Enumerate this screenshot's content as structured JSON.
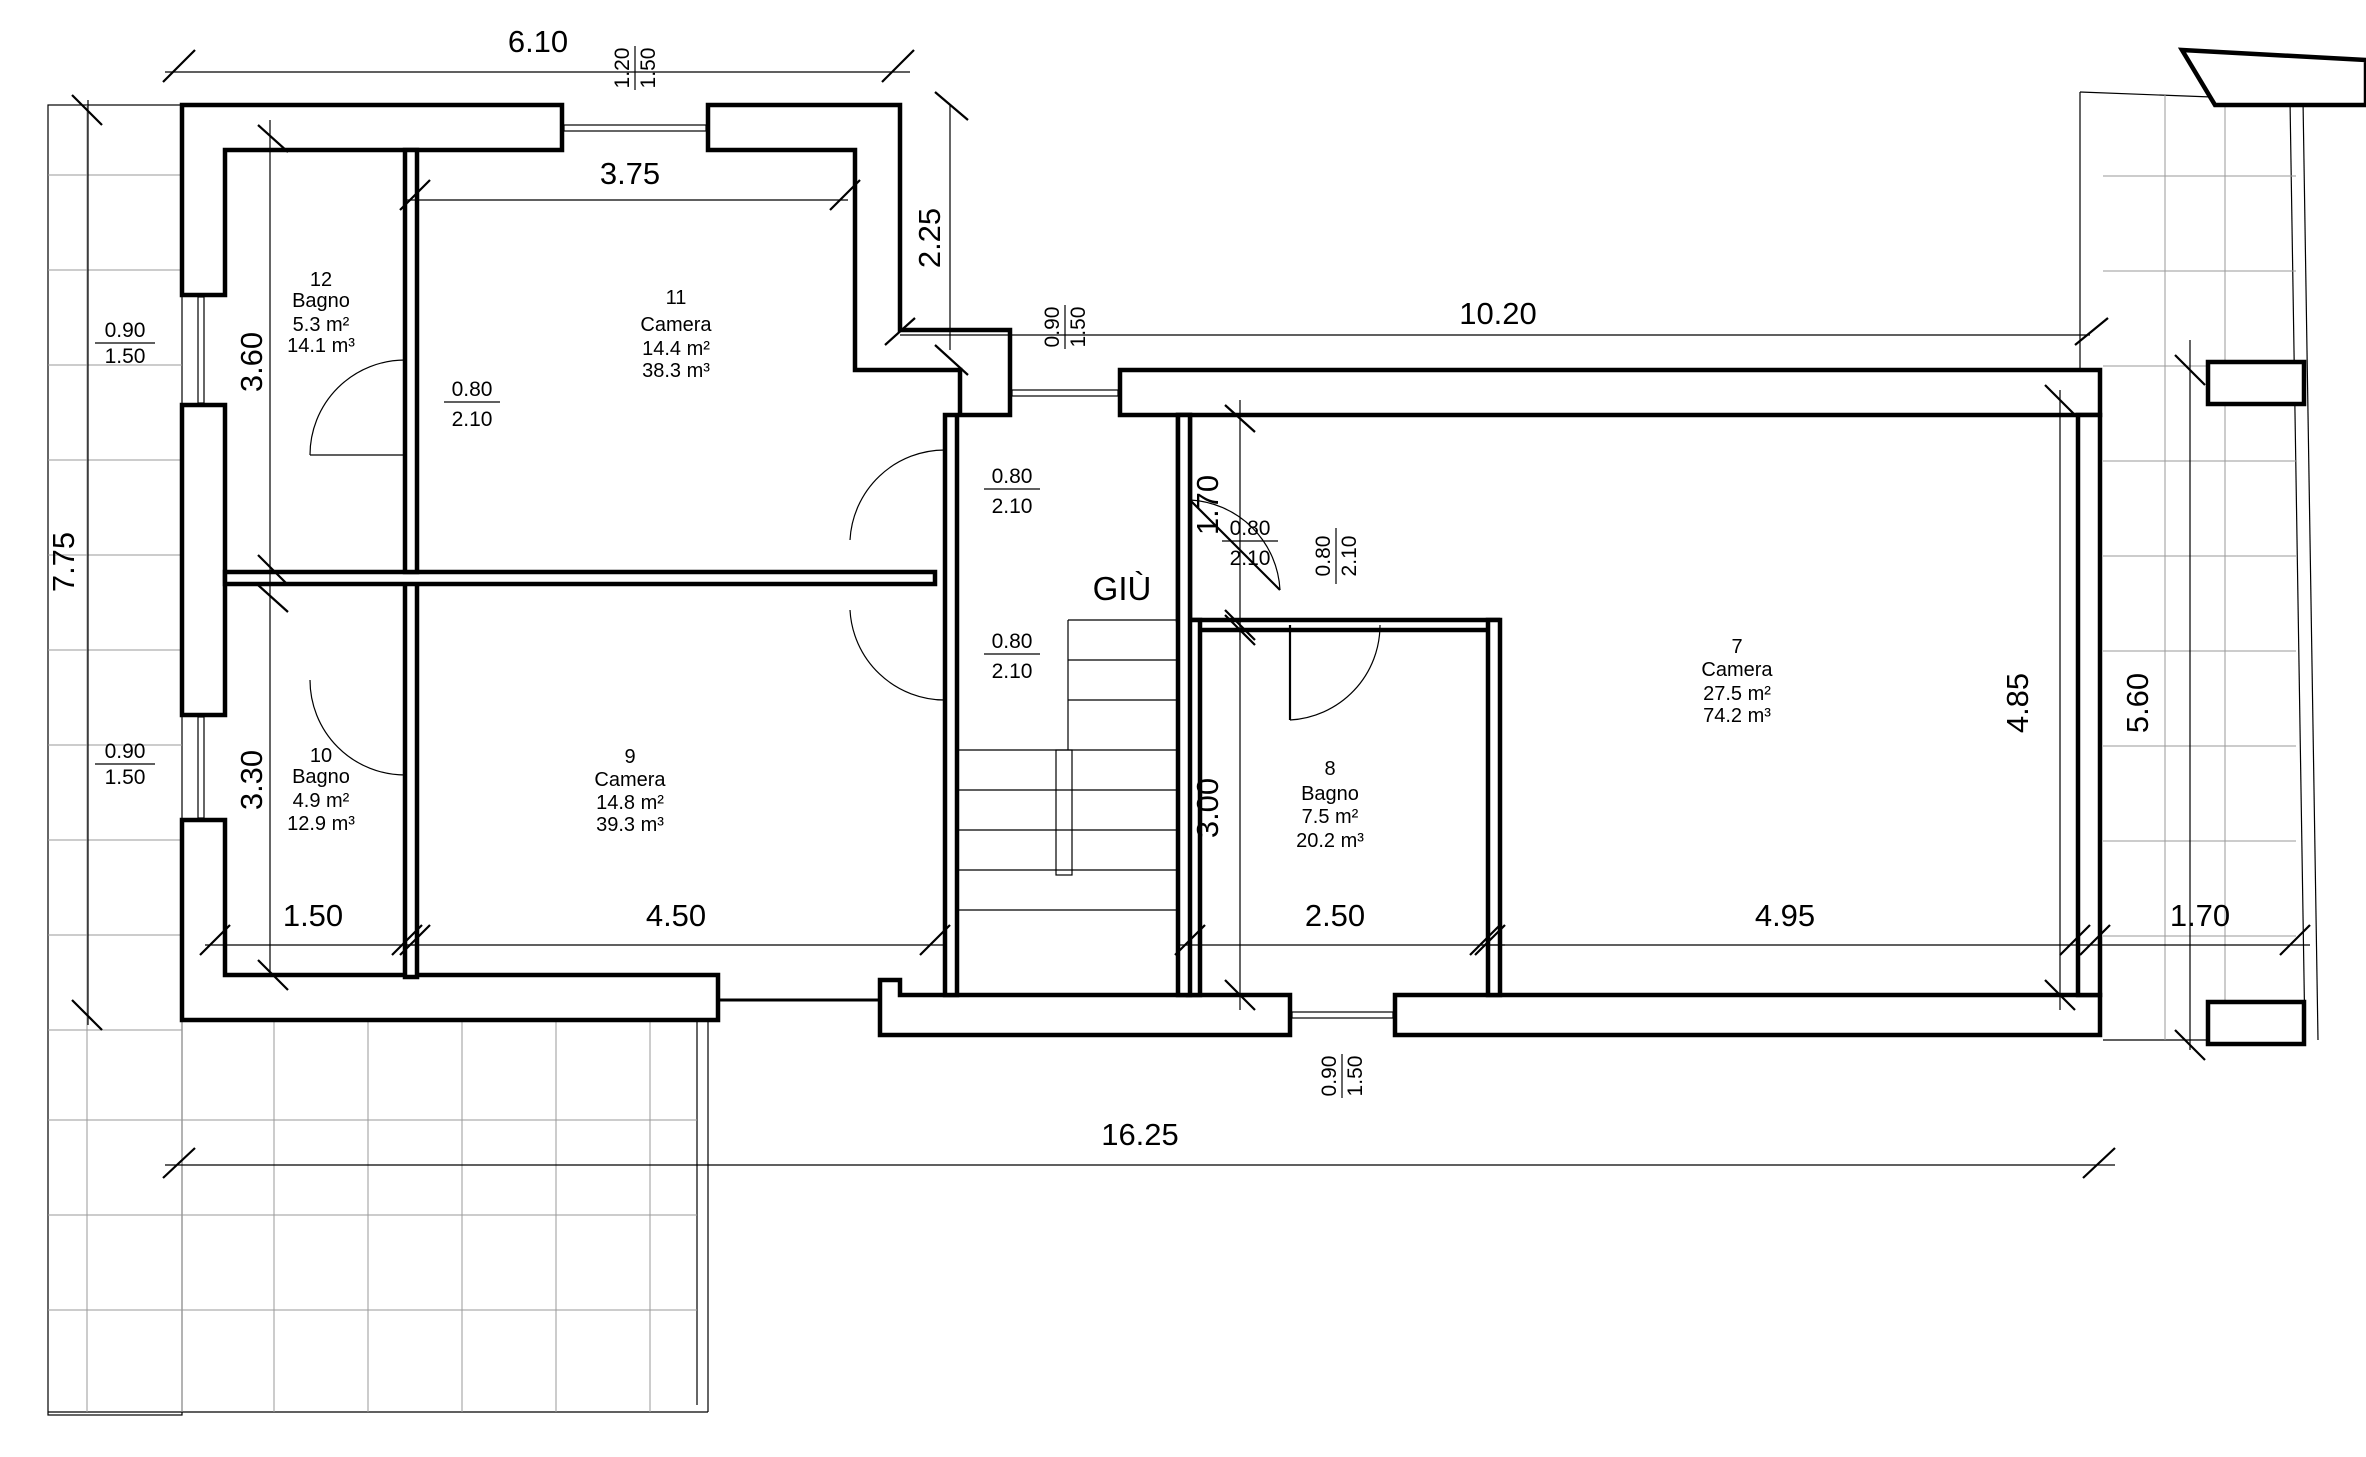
{
  "rooms": [
    {
      "id": "12",
      "name": "Bagno",
      "area": "5.3 m²",
      "volume": "14.1 m³"
    },
    {
      "id": "11",
      "name": "Camera",
      "area": "14.4 m²",
      "volume": "38.3 m³"
    },
    {
      "id": "10",
      "name": "Bagno",
      "area": "4.9 m²",
      "volume": "12.9 m³"
    },
    {
      "id": "9",
      "name": "Camera",
      "area": "14.8 m²",
      "volume": "39.3 m³"
    },
    {
      "id": "8",
      "name": "Bagno",
      "area": "7.5 m²",
      "volume": "20.2 m³"
    },
    {
      "id": "7",
      "name": "Camera",
      "area": "27.5 m²",
      "volume": "74.2 m³"
    }
  ],
  "dimensions": {
    "top_width": "6.10",
    "room11_width": "3.75",
    "wall_offset": "2.25",
    "east_width": "10.20",
    "left_height": "7.75",
    "bath12_height": "3.60",
    "bath10_height": "3.30",
    "bath10_width": "1.50",
    "room9_width": "4.50",
    "corridor_height": "1.70",
    "bath8_height": "3.00",
    "bath8_width": "2.50",
    "room7_width": "4.95",
    "room7_height": "4.85",
    "terrace_height": "5.60",
    "terrace_width": "1.70",
    "total_width": "16.25"
  },
  "openings": {
    "top_window": {
      "w": "1.20",
      "h": "1.50"
    },
    "mid_window": {
      "w": "0.90",
      "h": "1.50"
    },
    "bottom_window": {
      "w": "0.90",
      "h": "1.50"
    },
    "left_window_top": {
      "w": "0.90",
      "h": "1.50"
    },
    "left_window_bottom": {
      "w": "0.90",
      "h": "1.50"
    },
    "door_bath12": {
      "w": "0.80",
      "h": "2.10"
    },
    "door_room11": {
      "w": "0.80",
      "h": "2.10"
    },
    "door_room9": {
      "w": "0.80",
      "h": "2.10"
    },
    "door_room7": {
      "w": "0.80",
      "h": "2.10"
    },
    "door_bath8": {
      "w": "0.80",
      "h": "2.10"
    }
  },
  "stair_label": "GIÙ"
}
